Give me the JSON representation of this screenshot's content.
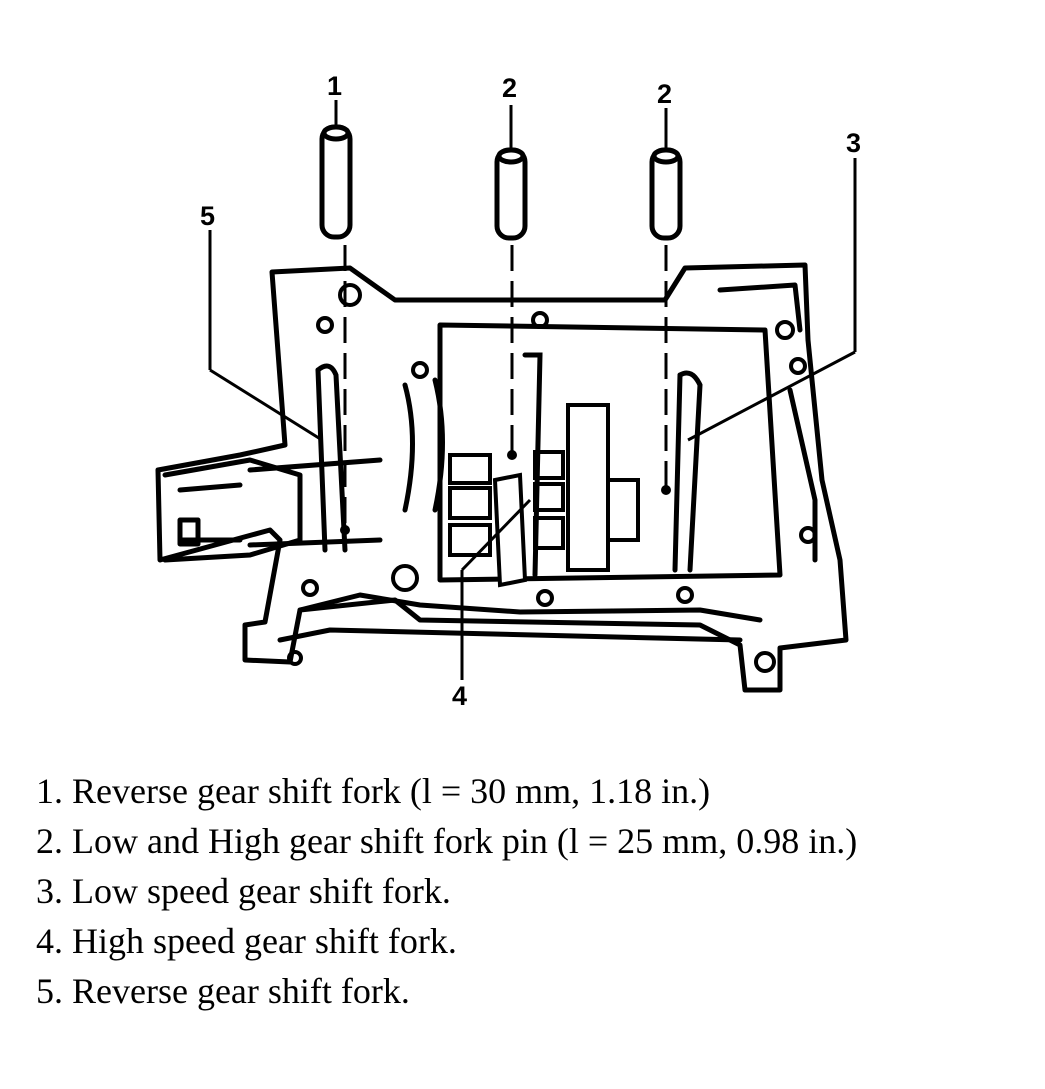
{
  "callouts": [
    {
      "id": "c1",
      "label": "1"
    },
    {
      "id": "c2a",
      "label": "2"
    },
    {
      "id": "c2b",
      "label": "2"
    },
    {
      "id": "c3",
      "label": "3"
    },
    {
      "id": "c4",
      "label": "4"
    },
    {
      "id": "c5",
      "label": "5"
    }
  ],
  "legend": [
    "1. Reverse gear shift fork (l = 30 mm, 1.18 in.)",
    "2. Low and High gear shift fork pin (l = 25 mm, 0.98 in.)",
    "3. Low speed gear shift fork.",
    "4. High speed gear shift fork.",
    "5. Reverse gear shift fork."
  ]
}
